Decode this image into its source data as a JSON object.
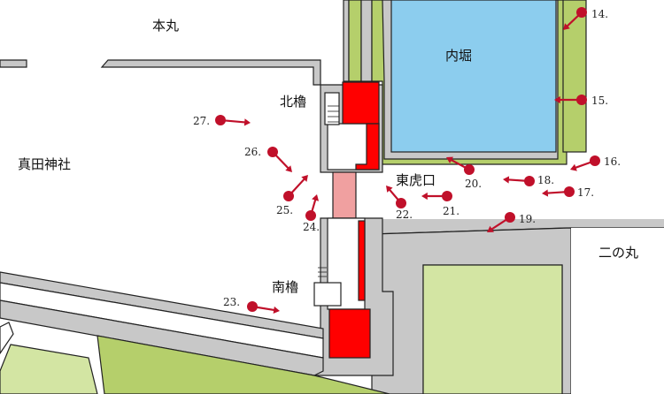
{
  "place_labels": {
    "honmaru": "本丸",
    "uchibori": "内堀",
    "kita_yagura": "北櫓",
    "sanada_jinja": "真田神社",
    "higashi_koguchi": "東虎口",
    "ninomaru": "二の丸",
    "minami_yagura": "南櫓"
  },
  "viewpoints": [
    "14.",
    "15.",
    "16.",
    "17.",
    "18.",
    "19.",
    "20.",
    "21.",
    "22.",
    "23.",
    "24.",
    "25.",
    "26.",
    "27."
  ],
  "colors": {
    "moat": "#8ccdee",
    "grass": "#b5cf6b",
    "grass_light": "#d3e5a3",
    "wall": "#c8c8c8",
    "turret": "#ff0000",
    "gate_roof": "#f0a0a0",
    "marker": "#c0102a"
  }
}
